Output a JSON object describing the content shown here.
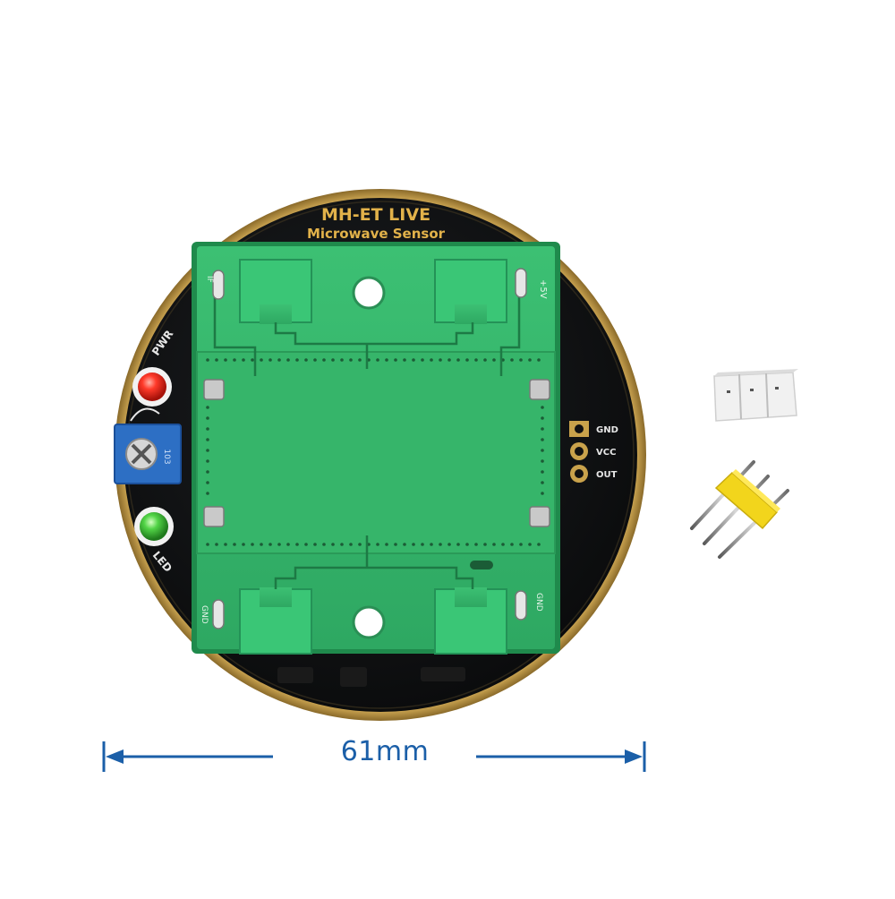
{
  "board": {
    "brand": "MH-ET LIVE",
    "subtitle": "Microwave Sensor",
    "led_labels": {
      "power": "PWR",
      "led": "LED"
    },
    "pot_code": "103",
    "pin_labels": [
      "GND",
      "VCC",
      "OUT"
    ],
    "module_labels": {
      "top_left": "IF",
      "top_right": "+5V",
      "bottom_left": "GND",
      "bottom_right": "GND"
    }
  },
  "dimension": {
    "label": "61mm"
  },
  "colors": {
    "background": "#ffffff",
    "pcb_black": "#111214",
    "gold_rim": "#b08a3e",
    "module_green": "#35b36a",
    "module_edge": "#1f8a4c",
    "arrow_blue": "#1b5fa8",
    "led_red": "#e0261d",
    "led_green": "#3ec13a",
    "pot_blue": "#2d6fc4",
    "header_yellow": "#f2d51c"
  },
  "icons": [
    "power-led-icon",
    "status-led-icon",
    "potentiometer-icon",
    "pin-header-icon",
    "connector-housing-icon",
    "dimension-arrow-icon"
  ]
}
